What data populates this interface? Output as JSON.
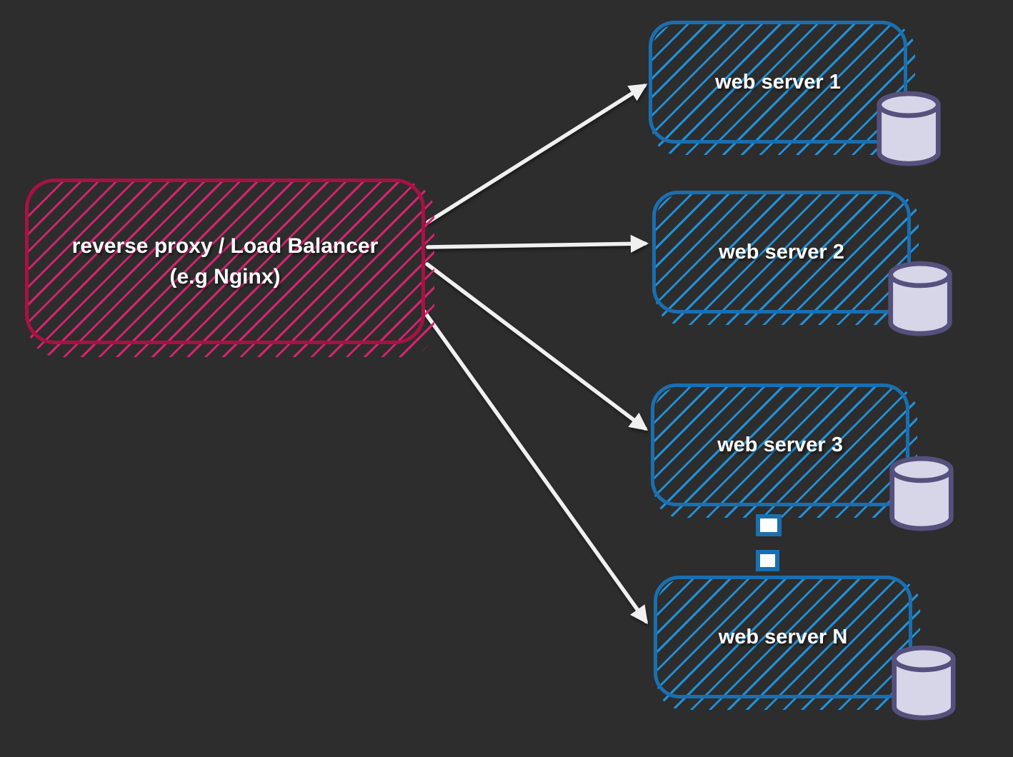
{
  "diagram": {
    "proxy": {
      "label_line1": "reverse proxy / Load Balancer",
      "label_line2": "(e.g Nginx)"
    },
    "servers": [
      {
        "label": "web server 1"
      },
      {
        "label": "web server 2"
      },
      {
        "label": "web server 3"
      },
      {
        "label": "web server N"
      }
    ],
    "edges": [
      {
        "from": "reverse-proxy",
        "to": "web-server-1"
      },
      {
        "from": "reverse-proxy",
        "to": "web-server-2"
      },
      {
        "from": "reverse-proxy",
        "to": "web-server-3"
      },
      {
        "from": "reverse-proxy",
        "to": "web-server-n"
      }
    ],
    "ellipsis_squares": 2
  },
  "colors": {
    "background": "#2d2d2d",
    "proxy_border": "#a81243",
    "proxy_hatch": "#d6246e",
    "server_border": "#1a6fb0",
    "server_hatch": "#2191d9",
    "db_fill": "#d7d5e8",
    "db_stroke": "#55507c",
    "arrow": "#f0f0f0",
    "label_text": "#ffffff",
    "ellipsis_fill": "#ffffff"
  }
}
